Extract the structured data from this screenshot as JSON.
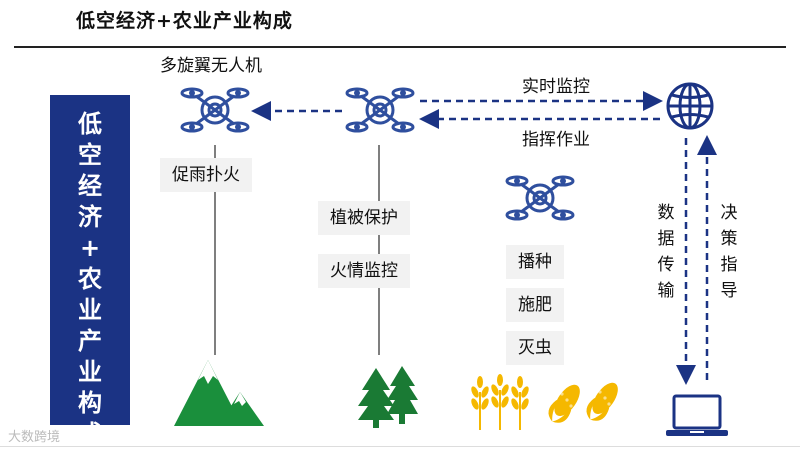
{
  "title": "低空经济+农业产业构成",
  "side_banner": "低\n空\n经\n济\n+\n农\n业\n产\n业\n构\n成",
  "drone_caption": "多旋翼无人机",
  "arrows": {
    "top_label": "实时监控",
    "bottom_label": "指挥作业"
  },
  "vertical_labels": {
    "left": "数\n据\n传\n输",
    "right": "决\n策\n指\n导"
  },
  "columns": {
    "mountain": {
      "items": [
        "促雨扑火"
      ]
    },
    "forest": {
      "items": [
        "植被保护",
        "火情监控"
      ]
    },
    "farm": {
      "items": [
        "播种",
        "施肥",
        "灭虫"
      ]
    }
  },
  "watermark": "大数跨境",
  "colors": {
    "navy": "#1b3384",
    "green": "#1a8f3c",
    "gold": "#f5b800",
    "drone": "#2f4f9e"
  }
}
